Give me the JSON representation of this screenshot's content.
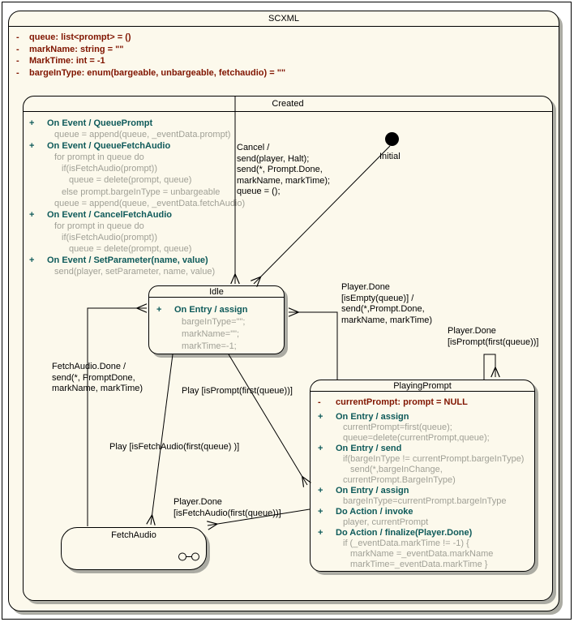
{
  "colors": {
    "state_fill": "#FCF9EC",
    "shadow": "#ABABA3",
    "border": "#000000",
    "attribute_text": "#801500",
    "behavior_header_text": "#0E5A5A",
    "behavior_body_text": "#A0A096",
    "label_text": "#000000"
  },
  "states": {
    "scxml": {
      "title": "SCXML",
      "attributes": [
        {
          "k": "a",
          "v": "-",
          "i": 0,
          "t": "queue:  list<prompt> = ()"
        },
        {
          "k": "a",
          "v": "-",
          "i": 0,
          "t": "markName:  string = \"\""
        },
        {
          "k": "a",
          "v": "-",
          "i": 0,
          "t": "MarkTime:  int = -1"
        },
        {
          "k": "a",
          "v": "-",
          "i": 0,
          "t": "bargeInType:  enum(bargeable, unbargeable, fetchaudio) = \"\""
        }
      ]
    },
    "created": {
      "title": "Created",
      "behaviors": [
        {
          "k": "h",
          "v": "+",
          "i": 0,
          "t": "On Event / QueuePrompt"
        },
        {
          "k": "b",
          "v": "",
          "i": 1,
          "t": "queue = append(queue, _eventData.prompt)"
        },
        {
          "k": "h",
          "v": "+",
          "i": 0,
          "t": "On Event / QueueFetchAudio"
        },
        {
          "k": "b",
          "v": "",
          "i": 1,
          "t": "for prompt in queue do"
        },
        {
          "k": "b",
          "v": "",
          "i": 2,
          "t": "if(isFetchAudio(prompt))"
        },
        {
          "k": "b",
          "v": "",
          "i": 3,
          "t": "queue = delete(prompt, queue)"
        },
        {
          "k": "b",
          "v": "",
          "i": 2,
          "t": "else prompt.bargeInType = unbargeable"
        },
        {
          "k": "b",
          "v": "",
          "i": 1,
          "t": "queue = append(queue, _eventData.fetchAudio)"
        },
        {
          "k": "h",
          "v": "+",
          "i": 0,
          "t": "On Event / CancelFetchAudio"
        },
        {
          "k": "b",
          "v": "",
          "i": 1,
          "t": "for prompt in queue do"
        },
        {
          "k": "b",
          "v": "",
          "i": 2,
          "t": "if(isFetchAudio(prompt))"
        },
        {
          "k": "b",
          "v": "",
          "i": 3,
          "t": "queue = delete(prompt, queue)"
        },
        {
          "k": "h",
          "v": "+",
          "i": 0,
          "t": "On Event / SetParameter(name, value)"
        },
        {
          "k": "b",
          "v": "",
          "i": 1,
          "t": "send(player, setParameter, name, value)"
        }
      ]
    },
    "idle": {
      "title": "Idle",
      "behaviors": [
        {
          "k": "h",
          "v": "+",
          "i": 0,
          "t": "On Entry / assign"
        },
        {
          "k": "b",
          "v": "",
          "i": 1,
          "t": "bargeInType=\"\";"
        },
        {
          "k": "b",
          "v": "",
          "i": 1,
          "t": "markName=\"\";"
        },
        {
          "k": "b",
          "v": "",
          "i": 1,
          "t": "markTime=-1;"
        }
      ]
    },
    "playing_prompt": {
      "title": "PlayingPrompt",
      "behaviors": [
        {
          "k": "a",
          "v": "-",
          "i": 0,
          "t": "currentPrompt:  prompt = NULL"
        },
        {
          "k": "h",
          "v": "+",
          "i": 0,
          "t": "On Entry / assign"
        },
        {
          "k": "b",
          "v": "",
          "i": 1,
          "t": "currentPrompt=first(queue);"
        },
        {
          "k": "b",
          "v": "",
          "i": 1,
          "t": "queue=delete(currentPrompt,queue);"
        },
        {
          "k": "h",
          "v": "+",
          "i": 0,
          "t": "On Entry / send"
        },
        {
          "k": "b",
          "v": "",
          "i": 1,
          "t": "if(bargeInType != currentPrompt.bargeInType)"
        },
        {
          "k": "b",
          "v": "",
          "i": 2,
          "t": "send(*,bargeInChange,"
        },
        {
          "k": "b",
          "v": "",
          "i": 1,
          "t": "currentPrompt.BargeInType)"
        },
        {
          "k": "h",
          "v": "+",
          "i": 0,
          "t": "On Entry / assign"
        },
        {
          "k": "b",
          "v": "",
          "i": 1,
          "t": "bargeInType=currentPrompt.bargeInType"
        },
        {
          "k": "h",
          "v": "+",
          "i": 0,
          "t": "Do Action / invoke"
        },
        {
          "k": "b",
          "v": "",
          "i": 1,
          "t": "player, currentPrompt"
        },
        {
          "k": "h",
          "v": "+",
          "i": 0,
          "t": "Do Action / finalize(Player.Done)"
        },
        {
          "k": "b",
          "v": "",
          "i": 1,
          "t": "if (_eventData.markTime != -1) {"
        },
        {
          "k": "b",
          "v": "",
          "i": 2,
          "t": "markName =_eventData.markName"
        },
        {
          "k": "b",
          "v": "",
          "i": 2,
          "t": "markTime=_eventData.markTime }"
        }
      ]
    },
    "fetch_audio": {
      "title": "FetchAudio",
      "icon": "submachine-infinity-icon"
    }
  },
  "pseudostates": {
    "initial_label": "Initial"
  },
  "transitions": {
    "cancel": "Cancel /\nsend(player, Halt);\nsend(*, Prompt.Done,\nmarkName, markTime);\nqueue = ();",
    "player_done_empty": "Player.Done\n[isEmpty(queue)] /\nsend(*,Prompt.Done,\nmarkName, markTime)",
    "player_done_prompt": "Player.Done\n[isPrompt(first(queue))]",
    "play_prompt": "Play [isPrompt(first(queue))]",
    "play_fetch": "Play [isFetchAudio(first(queue) )]",
    "fetch_audio_done": "FetchAudio.Done /\nsend(*, PromptDone,\nmarkName, markTime)",
    "player_done_fetch": "Player.Done\n[isFetchAudio(first(queue))]"
  }
}
